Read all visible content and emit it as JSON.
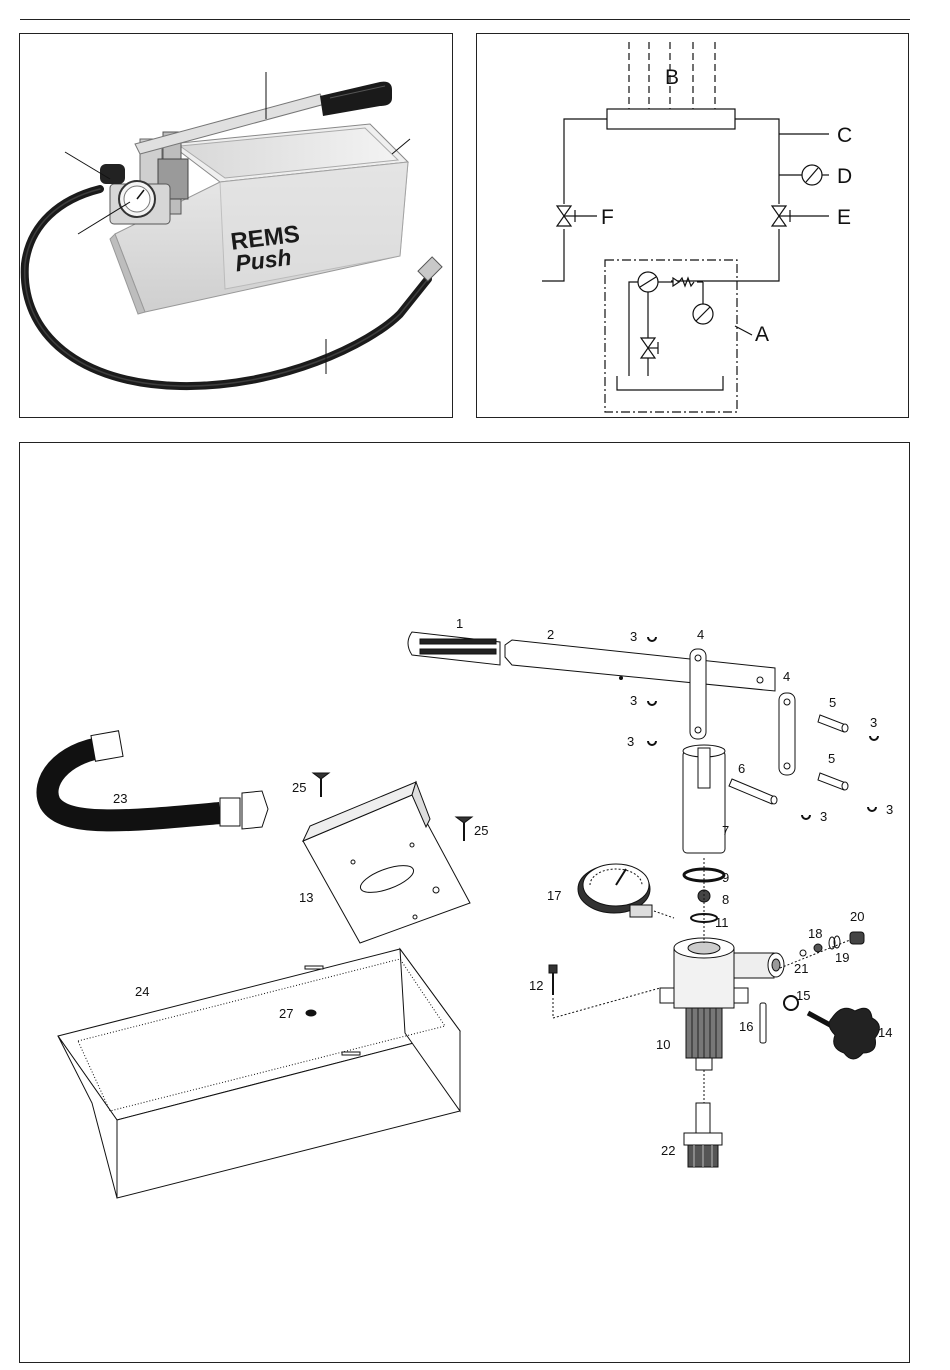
{
  "photo": {
    "brand_line1": "REMS",
    "brand_line2": "Push"
  },
  "schematic": {
    "labels": [
      "A",
      "B",
      "C",
      "D",
      "E",
      "F"
    ]
  },
  "exploded": {
    "parts": {
      "p1": "1",
      "p2": "2",
      "p3a": "3",
      "p3b": "3",
      "p3c": "3",
      "p3d": "3",
      "p3e": "3",
      "p3f": "3",
      "p4a": "4",
      "p4b": "4",
      "p5a": "5",
      "p5b": "5",
      "p6": "6",
      "p7": "7",
      "p8": "8",
      "p9": "9",
      "p10": "10",
      "p11": "11",
      "p12": "12",
      "p13": "13",
      "p14": "14",
      "p15": "15",
      "p16": "16",
      "p17": "17",
      "p18": "18",
      "p19": "19",
      "p20": "20",
      "p21": "21",
      "p22": "22",
      "p23": "23",
      "p24": "24",
      "p25a": "25",
      "p25b": "25",
      "p27": "27"
    }
  }
}
